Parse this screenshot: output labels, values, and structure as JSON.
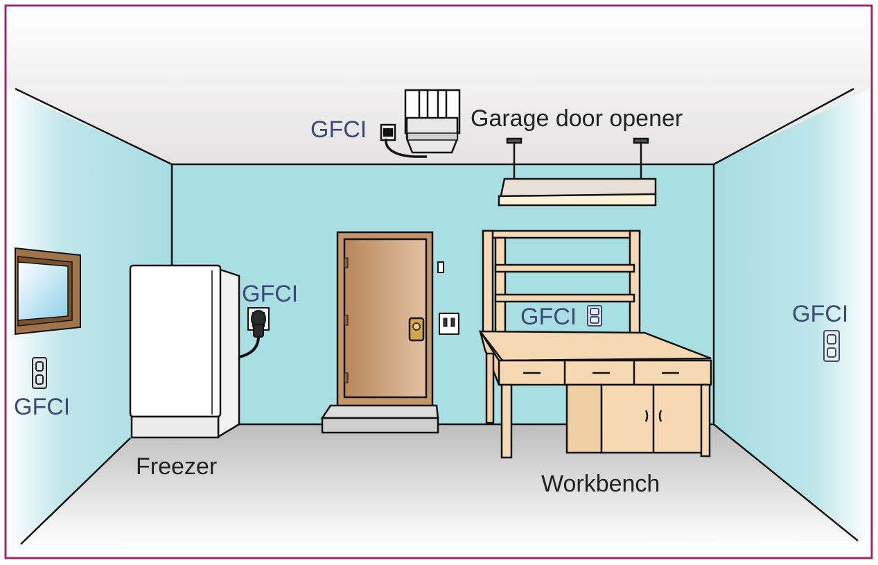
{
  "labels": {
    "garage_door_opener": "Garage door opener",
    "freezer": "Freezer",
    "workbench": "Workbench",
    "gfci_ceiling": "GFCI",
    "gfci_freezer": "GFCI",
    "gfci_left_wall": "GFCI",
    "gfci_workbench": "GFCI",
    "gfci_right_wall": "GFCI"
  },
  "colors": {
    "frame": "#9c2a6a",
    "wall": "#a9dfe3",
    "floor": "#c9c9c9",
    "ceiling": "#ececec",
    "door": "#c99a6e",
    "workbench": "#f6d9b3",
    "outline": "#111111",
    "gfci_text": "#3d4a78",
    "label_text": "#222222"
  }
}
